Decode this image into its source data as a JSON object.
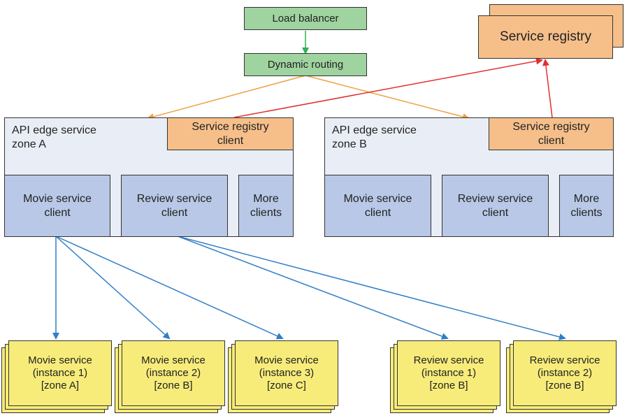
{
  "load_balancer": "Load balancer",
  "dynamic_routing": "Dynamic routing",
  "service_registry": "Service registry",
  "zone_a": {
    "title_line1": "API  edge service",
    "title_line2": "zone A",
    "registry_client": "Service registry\nclient",
    "clients": [
      "Movie service\nclient",
      "Review service\nclient",
      "More\nclients"
    ]
  },
  "zone_b": {
    "title_line1": "API  edge service",
    "title_line2": "zone B",
    "registry_client": "Service registry\nclient",
    "clients": [
      "Movie service\nclient",
      "Review service\nclient",
      "More\nclients"
    ]
  },
  "instances": [
    {
      "line1": "Movie service",
      "line2": "(instance 1)",
      "line3": "[zone A]"
    },
    {
      "line1": "Movie service",
      "line2": "(instance 2)",
      "line3": "[zone B]"
    },
    {
      "line1": "Movie service",
      "line2": "(instance 3)",
      "line3": "[zone C]"
    },
    {
      "line1": "Review service",
      "line2": "(instance 1)",
      "line3": "[zone B]"
    },
    {
      "line1": "Review service",
      "line2": "(instance 2)",
      "line3": "[zone B]"
    }
  ],
  "colors": {
    "routing_arrow": "#f0a040",
    "registry_arrow": "#e03030",
    "client_arrow": "#2f7fc8",
    "lb_arrow": "#30b050"
  }
}
